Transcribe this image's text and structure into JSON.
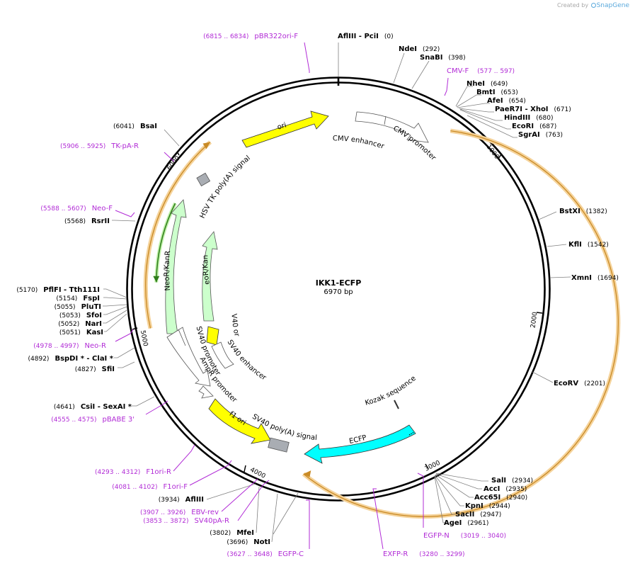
{
  "credit": {
    "prefix": "Created by",
    "brand": "SnapGene"
  },
  "plasmid": {
    "name": "IKK1-ECFP",
    "size": "6970 bp",
    "length": 6970
  },
  "colors": {
    "backbone": "#000000",
    "primer": "#b12bd6",
    "orf": "#f0a53a",
    "yellow": "#ffff00",
    "cyan": "#00ffff",
    "green": "#ccffcc",
    "gray": "#a9adb3",
    "white": "#ffffff"
  },
  "ticks": [
    "1000",
    "2000",
    "3000",
    "4000",
    "5000",
    "6000"
  ],
  "enzymes": [
    {
      "name": "AflIII",
      "name2": "PciI",
      "pos": "(0)"
    },
    {
      "name": "NdeI",
      "pos": "(292)"
    },
    {
      "name": "SnaBI",
      "pos": "(398)"
    },
    {
      "name": "NheI",
      "pos": "(649)"
    },
    {
      "name": "BmtI",
      "pos": "(653)"
    },
    {
      "name": "AfeI",
      "pos": "(654)"
    },
    {
      "name": "PaeR7I",
      "name2": "XhoI",
      "pos": "(671)"
    },
    {
      "name": "HindIII",
      "pos": "(680)"
    },
    {
      "name": "EcoRI",
      "pos": "(687)"
    },
    {
      "name": "SgrAI",
      "pos": "(763)"
    },
    {
      "name": "BstXI",
      "pos": "(1382)"
    },
    {
      "name": "KflI",
      "pos": "(1542)"
    },
    {
      "name": "XmnI",
      "pos": "(1694)"
    },
    {
      "name": "EcoRV",
      "pos": "(2201)"
    },
    {
      "name": "SalI",
      "pos": "(2934)"
    },
    {
      "name": "AccI",
      "pos": "(2935)"
    },
    {
      "name": "Acc65I",
      "pos": "(2940)"
    },
    {
      "name": "KpnI",
      "pos": "(2944)"
    },
    {
      "name": "SacII",
      "pos": "(2947)"
    },
    {
      "name": "AgeI",
      "pos": "(2961)"
    },
    {
      "name": "AflIII",
      "pos": "(3934)"
    },
    {
      "name": "MfeI",
      "pos": "(3802)"
    },
    {
      "name": "NotI",
      "pos": "(3696)"
    },
    {
      "name": "CsiI",
      "name2": "SexAI *",
      "pos": "(4641)"
    },
    {
      "name": "SfiI",
      "pos": "(4827)"
    },
    {
      "name": "BspDI *",
      "name2": "ClaI *",
      "pos": "(4892)"
    },
    {
      "name": "KasI",
      "pos": "(5051)"
    },
    {
      "name": "NarI",
      "pos": "(5052)"
    },
    {
      "name": "SfoI",
      "pos": "(5053)"
    },
    {
      "name": "PluTI",
      "pos": "(5055)"
    },
    {
      "name": "FspI",
      "pos": "(5154)"
    },
    {
      "name": "PflFI",
      "name2": "Tth111I",
      "pos": "(5170)"
    },
    {
      "name": "RsrII",
      "pos": "(5568)"
    },
    {
      "name": "BsaI",
      "pos": "(6041)"
    }
  ],
  "primers": [
    {
      "name": "pBR322ori-F",
      "range": "(6815 .. 6834)"
    },
    {
      "name": "CMV-F",
      "range": "(577 .. 597)"
    },
    {
      "name": "TK-pA-R",
      "range": "(5906 .. 5925)"
    },
    {
      "name": "Neo-F",
      "range": "(5588 .. 5607)"
    },
    {
      "name": "Neo-R",
      "range": "(4978 .. 4997)"
    },
    {
      "name": "pBABE 3'",
      "range": "(4555 .. 4575)"
    },
    {
      "name": "F1ori-R",
      "range": "(4293 .. 4312)"
    },
    {
      "name": "F1ori-F",
      "range": "(4081 .. 4102)"
    },
    {
      "name": "EBV-rev",
      "range": "(3907 .. 3926)"
    },
    {
      "name": "SV40pA-R",
      "range": "(3853 .. 3872)"
    },
    {
      "name": "EGFP-C",
      "range": "(3627 .. 3648)"
    },
    {
      "name": "EXFP-R",
      "range": "(3280 .. 3299)"
    },
    {
      "name": "EGFP-N",
      "range": "(3019 .. 3040)"
    }
  ],
  "features": [
    {
      "name": "ori",
      "color": "yellow"
    },
    {
      "name": "CMV enhancer",
      "color": "white"
    },
    {
      "name": "CMV promoter",
      "color": "white"
    },
    {
      "name": "HSV TK poly(A) signal",
      "color": "gray"
    },
    {
      "name": "NeoR/KanR",
      "color": "green"
    },
    {
      "name": "NeoR/KanR",
      "color": "green"
    },
    {
      "name": "SV40 ori",
      "color": "yellow"
    },
    {
      "name": "SV40 enhancer",
      "color": "white"
    },
    {
      "name": "SV40 promoter",
      "color": "white"
    },
    {
      "name": "AmpR promoter",
      "color": "white"
    },
    {
      "name": "f1 ori",
      "color": "yellow"
    },
    {
      "name": "SV40 poly(A) signal",
      "color": "gray"
    },
    {
      "name": "ECFP",
      "color": "cyan"
    },
    {
      "name": "Kozak sequence",
      "color": "white"
    }
  ]
}
